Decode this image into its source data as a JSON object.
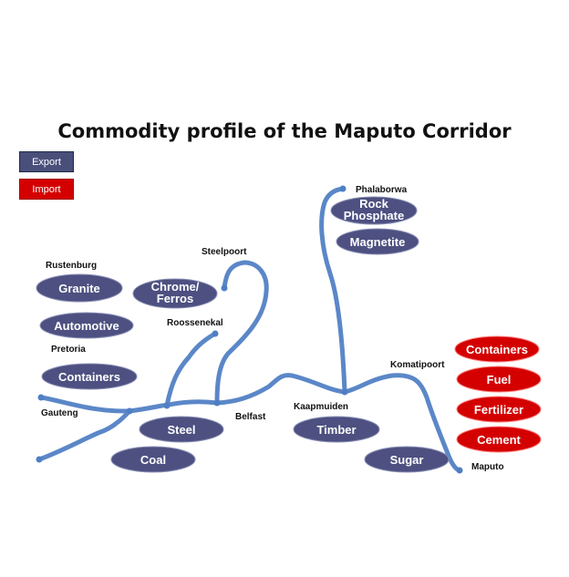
{
  "title": "Commodity profile of the Maputo Corridor",
  "legend": {
    "export_label": "Export",
    "import_label": "Import",
    "export_color": "#4d5080",
    "import_color": "#d40000"
  },
  "route_color": "#5b87c8",
  "places": {
    "phalaborwa": "Phalaborwa",
    "steelpoort": "Steelpoort",
    "rustenburg": "Rustenburg",
    "roossenekal": "Roossenekal",
    "pretoria": "Pretoria",
    "komatipoort": "Komatipoort",
    "kaapmuiden": "Kaapmuiden",
    "gauteng": "Gauteng",
    "belfast": "Belfast",
    "maputo": "Maputo"
  },
  "exports": {
    "rock_phosphate_line1": "Rock",
    "rock_phosphate_line2": "Phosphate",
    "magnetite": "Magnetite",
    "granite": "Granite",
    "chrome_ferros_line1": "Chrome/",
    "chrome_ferros_line2": "Ferros",
    "automotive": "Automotive",
    "containers": "Containers",
    "steel": "Steel",
    "coal": "Coal",
    "timber": "Timber",
    "sugar": "Sugar"
  },
  "imports": {
    "containers": "Containers",
    "fuel": "Fuel",
    "fertilizer": "Fertilizer",
    "cement": "Cement"
  }
}
